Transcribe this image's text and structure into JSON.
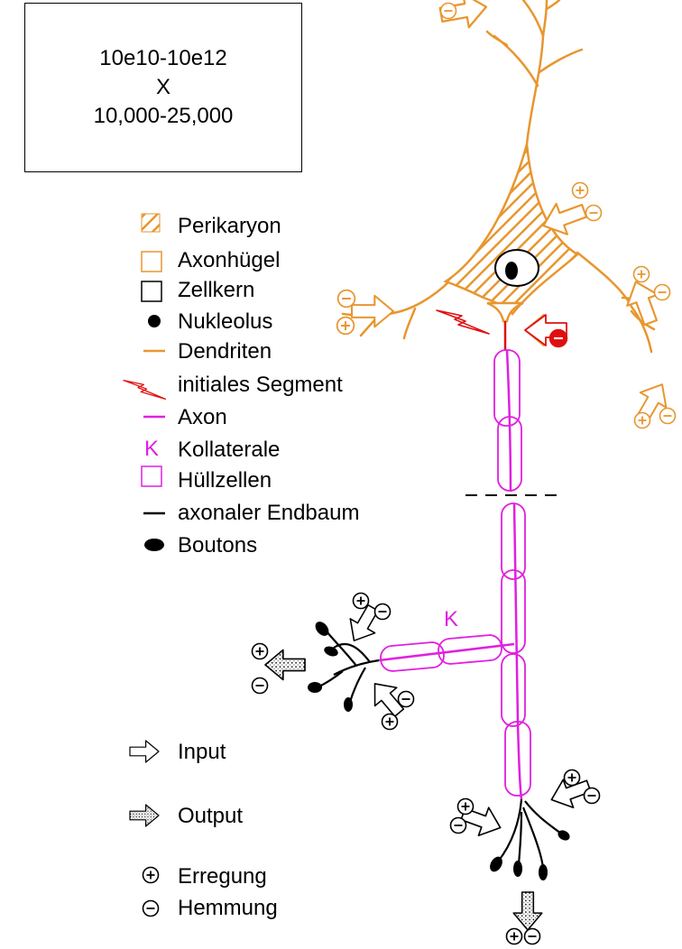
{
  "count_box": {
    "line1": "10e10-10e12",
    "line2": "X",
    "line3": "10,000-25,000"
  },
  "legend": {
    "perikaryon": "Perikaryon",
    "axonhuegel": "Axonhügel",
    "zellkern": "Zellkern",
    "nukleolus": "Nukleolus",
    "dendriten": "Dendriten",
    "initiales_segment": "initiales Segment",
    "axon": "Axon",
    "kollaterale_marker": "K",
    "kollaterale": "Kollaterale",
    "huellzellen": "Hüllzellen",
    "endbaum": "axonaler Endbaum",
    "boutons": "Boutons"
  },
  "legend2": {
    "input": "Input",
    "output": "Output",
    "erregung": "Erregung",
    "hemmung": "Hemmung"
  },
  "diagram": {
    "collateral_label": "K",
    "plus_sign": "+",
    "minus_sign": "−"
  },
  "colors": {
    "dendrite": "#e8962f",
    "axon": "#e020e0",
    "initial_segment": "#e01010",
    "terminal": "#000000"
  }
}
